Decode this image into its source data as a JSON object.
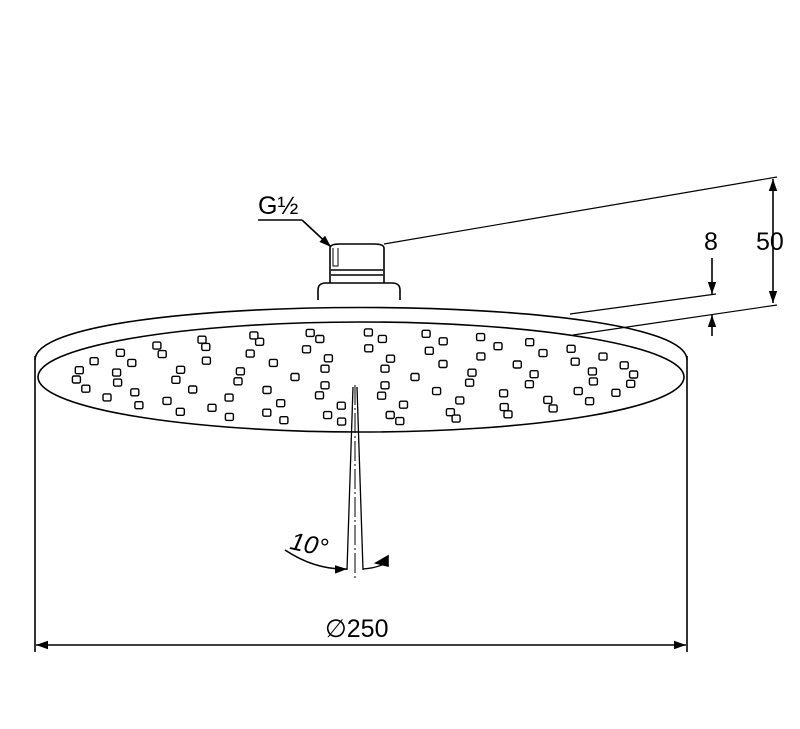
{
  "drawing": {
    "thread_label": "G½",
    "dim_height_total": "50",
    "dim_face_thickness": "8",
    "dim_angle": "10°",
    "dim_diameter": "∅250"
  }
}
